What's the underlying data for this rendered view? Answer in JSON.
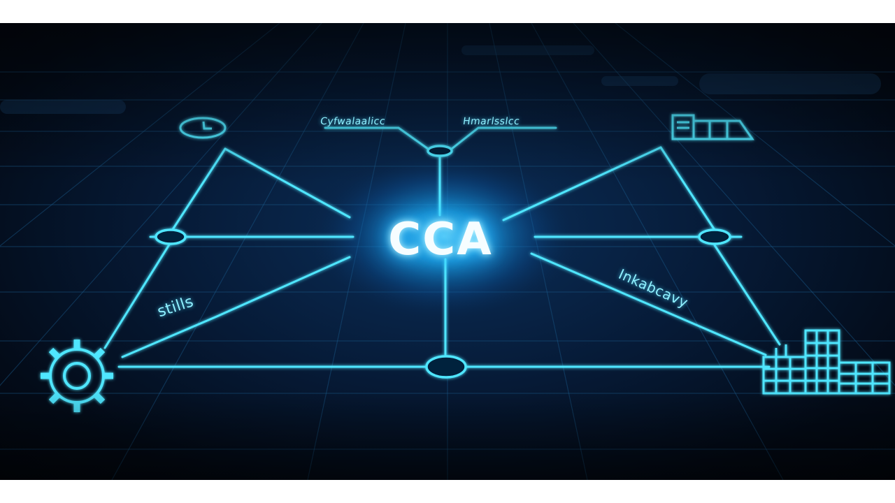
{
  "image": {
    "background_color": "#ffffff",
    "scene_base_color": "#041025",
    "accent_color": "#4fe6ff",
    "glow_color": "#1fb6ff"
  },
  "labels": {
    "center": "CCA",
    "top_left": "Cyfwalaalicc",
    "top_right": "Hmarlsslcc",
    "left": "stills",
    "right": "Inkabcavy"
  },
  "icons": [
    "clock-icon",
    "document-folder-icon",
    "gear-icon",
    "building-icon"
  ]
}
